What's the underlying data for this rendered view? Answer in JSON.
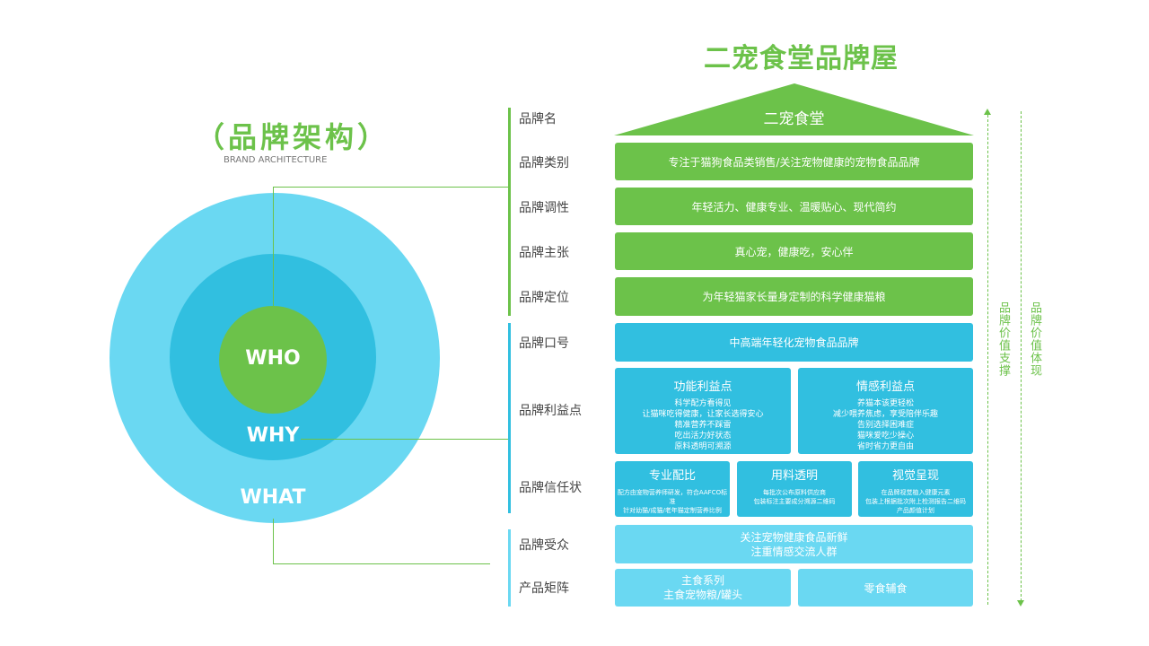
{
  "page_title": "二宠食堂品牌屋",
  "architecture": {
    "title": "（品牌架构）",
    "subtitle": "BRAND ARCHITECTURE",
    "who": "WHO",
    "why": "WHY",
    "what": "WHAT"
  },
  "rows": {
    "name": {
      "label": "品牌名",
      "value": "二宠食堂"
    },
    "category": {
      "label": "品牌类别",
      "value": "专注于猫狗食品类销售/关注宠物健康的宠物食品品牌"
    },
    "tone": {
      "label": "品牌调性",
      "value": "年轻活力、健康专业、温暖贴心、现代简约"
    },
    "claim": {
      "label": "品牌主张",
      "value": "真心宠，健康吃，安心伴"
    },
    "positioning": {
      "label": "品牌定位",
      "value": "为年轻猫家长量身定制的科学健康猫粮"
    },
    "slogan": {
      "label": "品牌口号",
      "value": "中高端年轻化宠物食品品牌"
    },
    "benefits": {
      "label": "品牌利益点",
      "functional": {
        "title": "功能利益点",
        "lines": [
          "科学配方看得见",
          "让猫咪吃得健康，让家长选得安心",
          "精准营养不踩雷",
          "吃出活力好状态",
          "原料透明可溯源"
        ]
      },
      "emotional": {
        "title": "情感利益点",
        "lines": [
          "养猫本该更轻松",
          "减少喂养焦虑，享受陪伴乐趣",
          "告别选择困难症",
          "猫咪爱吃少操心",
          "省时省力更自由"
        ]
      }
    },
    "trust": {
      "label": "品牌信任状",
      "cards": [
        {
          "title": "专业配比",
          "lines": [
            "配方由宠物营养师研发，符合AAFCO标准",
            "针对幼猫/成猫/老年猫定制营养比例"
          ]
        },
        {
          "title": "用料透明",
          "lines": [
            "每批次公布原料供应商",
            "包装标注主要成分溯源二维码"
          ]
        },
        {
          "title": "视觉呈现",
          "lines": [
            "在品牌视觉植入健康元素",
            "包装上根据批次附上检测报告二维码",
            "产品颜值计划"
          ]
        }
      ]
    },
    "audience": {
      "label": "品牌受众",
      "lines": [
        "关注宠物健康食品新鲜",
        "注重情感交流人群"
      ]
    },
    "products": {
      "label": "产品矩阵",
      "main": [
        "主食系列",
        "主食宠物粮/罐头"
      ],
      "snack": "零食辅食"
    }
  },
  "side": {
    "support": "品牌价值支撑",
    "embody": "品牌价值体现"
  },
  "colors": {
    "green": "#6cc24a",
    "blue": "#31bfe0",
    "light_blue": "#6ad8f2"
  }
}
